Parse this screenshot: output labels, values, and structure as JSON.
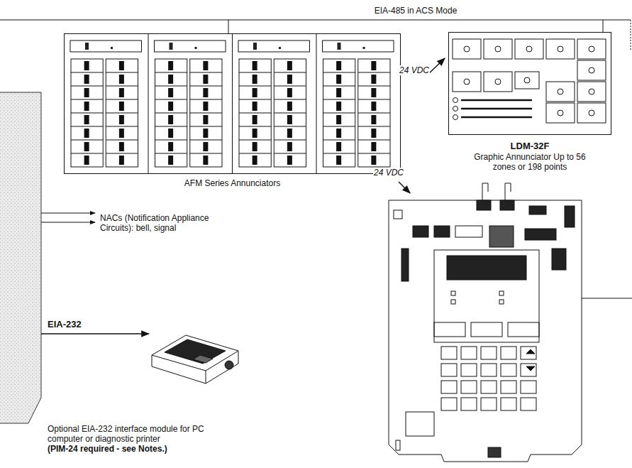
{
  "diagram": {
    "nodes": [
      {
        "text": [
          "AFM Series Annunciators"
        ]
      },
      {
        "text": [
          "LDM-32F",
          "Graphic Annunciator Up to 56 zones or 198 points"
        ]
      }
    ],
    "edges": [
      {
        "from": 0,
        "to": 1,
        "arrow": "none",
        "label": "EIA-485 in ACS Mode"
      }
    ],
    "labels": [
      "24 VDC",
      "24 VDC",
      "NACs (Notification Appliance Circuits): bell, signal",
      "EIA-232",
      "Optional EIA-232 interface module for PC computer or diagnostic printer",
      "(PIM-24 required - see Notes.)"
    ]
  }
}
